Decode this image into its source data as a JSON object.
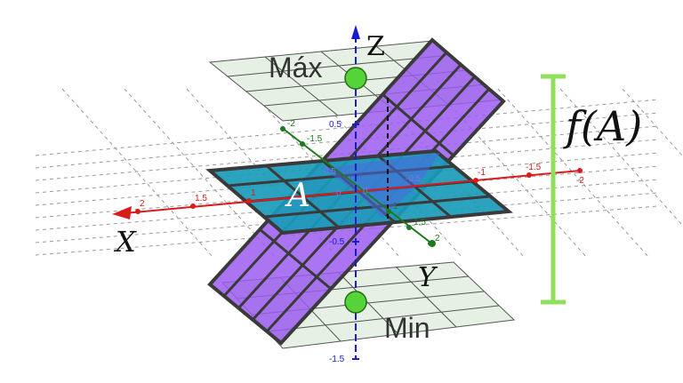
{
  "labels": {
    "z_axis": "Z",
    "x_axis": "X",
    "y_axis": "Y",
    "max": "Máx",
    "min": "Min",
    "region": "A",
    "image_label": "f(A)"
  },
  "x_ticks": [
    "2",
    "1.5",
    "1",
    "-1",
    "-1.5",
    "-2"
  ],
  "y_ticks": [
    "-2",
    "-1.5",
    "1",
    "1.5",
    "2"
  ],
  "z_ticks": [
    "0.5",
    "-0.5",
    "-1.5"
  ],
  "origin_labels": [
    "0",
    "0",
    "0.5",
    "-0.5"
  ],
  "colors": {
    "plane_a": "#1a9bb8",
    "surface": "#9b5cf0",
    "level_planes": "#e6f0e4",
    "x_axis": "#d81b1b",
    "y_axis": "#1e7a1e",
    "z_axis": "#1a1ad0",
    "points": "#55d43a",
    "bracket": "#8fe05a"
  }
}
